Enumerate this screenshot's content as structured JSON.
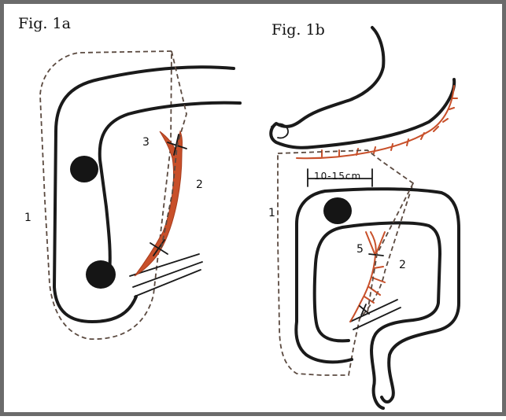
{
  "figure": {
    "panel_a": {
      "title": "Fig. 1a",
      "labels": {
        "one": "1",
        "two": "2",
        "three": "3"
      }
    },
    "panel_b": {
      "title": "Fig. 1b",
      "labels": {
        "one": "1",
        "two": "2",
        "five": "5",
        "measure": "10-15cm"
      }
    }
  },
  "colors": {
    "frame": "#6b6b6b",
    "ink": "#1a1a1a",
    "vessel": "#c8502a",
    "dashed": "#5b4a40"
  }
}
